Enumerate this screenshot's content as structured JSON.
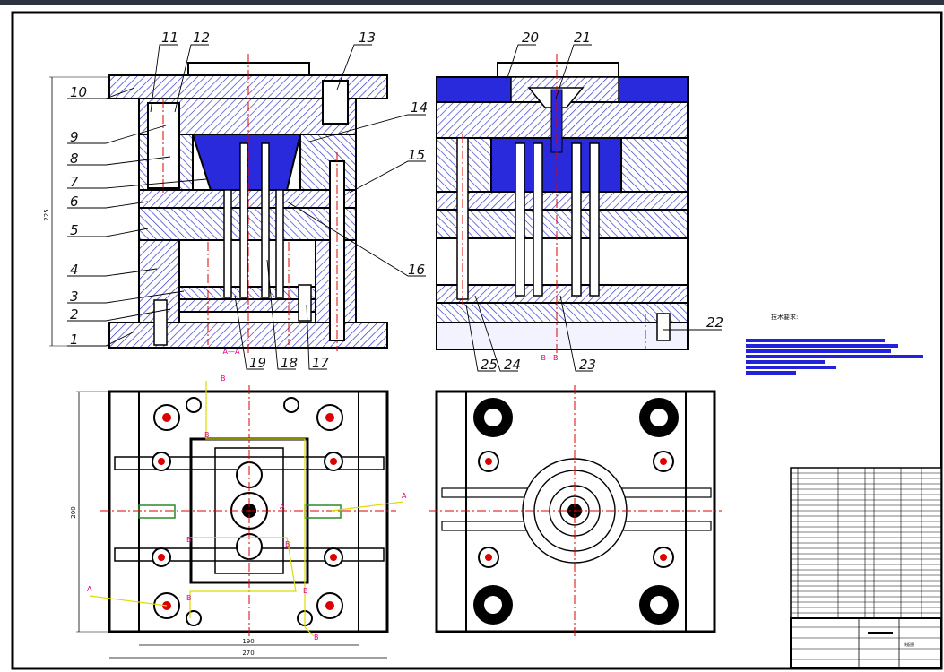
{
  "drawing": {
    "part_labels": [
      "1",
      "2",
      "3",
      "4",
      "5",
      "6",
      "7",
      "8",
      "9",
      "10",
      "11",
      "12",
      "13",
      "14",
      "15",
      "16",
      "17",
      "18",
      "19",
      "20",
      "21",
      "22",
      "23",
      "24",
      "25"
    ],
    "section_aa": "A—A",
    "section_bb": "B—B",
    "dim_height": "225",
    "dim_plan_height": "200",
    "dim_plan_inner_width": "190",
    "dim_plan_outer_width": "270",
    "section_marks": [
      "A",
      "A",
      "A",
      "B",
      "B",
      "B",
      "B",
      "B",
      "B",
      "B"
    ],
    "tech_title": "技术要求:",
    "title_block_text": "装配图"
  },
  "colors": {
    "frame": "#000000",
    "topbar": "#2b3440",
    "blue_fill": "#2222dd",
    "hatch": "#3333cc",
    "center_line": "#dd0000",
    "section_mark": "#e0008a",
    "yellow_line": "#dddd00"
  }
}
